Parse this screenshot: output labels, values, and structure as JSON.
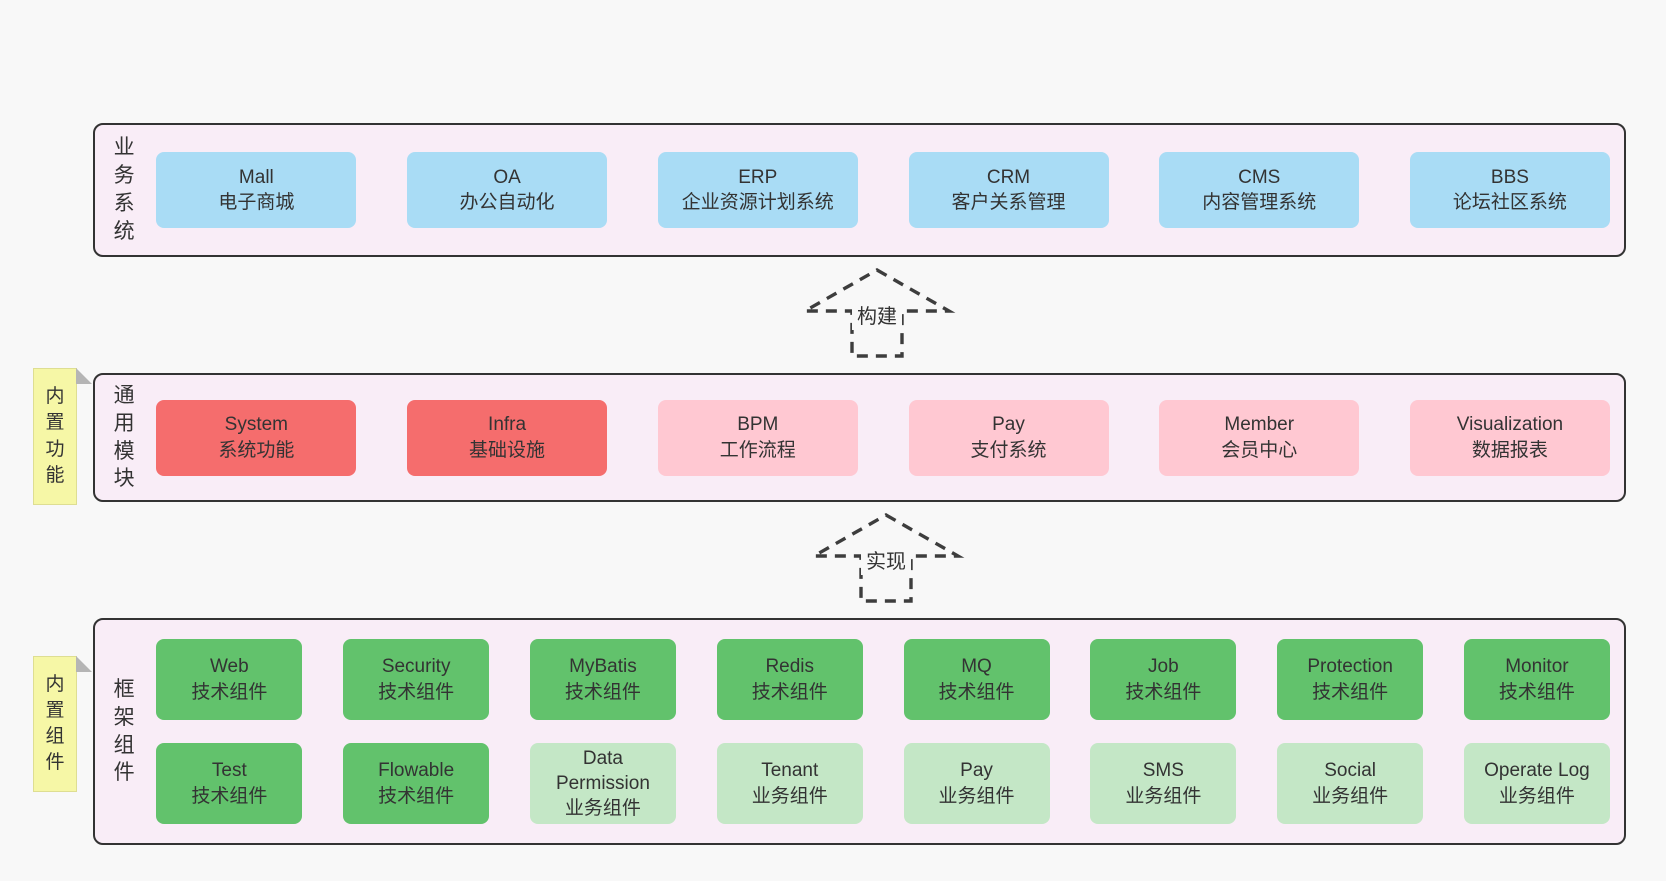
{
  "colors": {
    "page_bg": "#f8f8f8",
    "panel_bg": "#f9edf7",
    "panel_border": "#333333",
    "business_box": "#a9dcf5",
    "module_core_box": "#f56d6d",
    "module_box": "#ffc8d2",
    "component_tech_box": "#62c26c",
    "component_biz_box": "#c4e7c6",
    "note_bg": "#f6f7a6",
    "note_fold": "#b5b5b5",
    "text": "#333333"
  },
  "layers": {
    "business": {
      "label": "业务系统",
      "boxes": [
        {
          "en": "Mall",
          "zh": "电子商城"
        },
        {
          "en": "OA",
          "zh": "办公自动化"
        },
        {
          "en": "ERP",
          "zh": "企业资源计划系统"
        },
        {
          "en": "CRM",
          "zh": "客户关系管理"
        },
        {
          "en": "CMS",
          "zh": "内容管理系统"
        },
        {
          "en": "BBS",
          "zh": "论坛社区系统"
        }
      ]
    },
    "arrow_build": {
      "label": "构建"
    },
    "modules": {
      "label": "通用模块",
      "note": "内置功能",
      "boxes": [
        {
          "en": "System",
          "zh": "系统功能",
          "variant": "red"
        },
        {
          "en": "Infra",
          "zh": "基础设施",
          "variant": "red"
        },
        {
          "en": "BPM",
          "zh": "工作流程",
          "variant": "pink"
        },
        {
          "en": "Pay",
          "zh": "支付系统",
          "variant": "pink"
        },
        {
          "en": "Member",
          "zh": "会员中心",
          "variant": "pink"
        },
        {
          "en": "Visualization",
          "zh": "数据报表",
          "variant": "pink"
        }
      ]
    },
    "arrow_implement": {
      "label": "实现"
    },
    "components": {
      "label": "框架组件",
      "note": "内置组件",
      "row1": [
        {
          "en": "Web",
          "zh": "技术组件",
          "variant": "green"
        },
        {
          "en": "Security",
          "zh": "技术组件",
          "variant": "green"
        },
        {
          "en": "MyBatis",
          "zh": "技术组件",
          "variant": "green"
        },
        {
          "en": "Redis",
          "zh": "技术组件",
          "variant": "green"
        },
        {
          "en": "MQ",
          "zh": "技术组件",
          "variant": "green"
        },
        {
          "en": "Job",
          "zh": "技术组件",
          "variant": "green"
        },
        {
          "en": "Protection",
          "zh": "技术组件",
          "variant": "green"
        },
        {
          "en": "Monitor",
          "zh": "技术组件",
          "variant": "green"
        }
      ],
      "row2": [
        {
          "en": "Test",
          "zh": "技术组件",
          "variant": "green"
        },
        {
          "en": "Flowable",
          "zh": "技术组件",
          "variant": "green"
        },
        {
          "en": "Data Permission",
          "zh": "业务组件",
          "variant": "lightgreen"
        },
        {
          "en": "Tenant",
          "zh": "业务组件",
          "variant": "lightgreen"
        },
        {
          "en": "Pay",
          "zh": "业务组件",
          "variant": "lightgreen"
        },
        {
          "en": "SMS",
          "zh": "业务组件",
          "variant": "lightgreen"
        },
        {
          "en": "Social",
          "zh": "业务组件",
          "variant": "lightgreen"
        },
        {
          "en": "Operate Log",
          "zh": "业务组件",
          "variant": "lightgreen"
        }
      ]
    }
  }
}
